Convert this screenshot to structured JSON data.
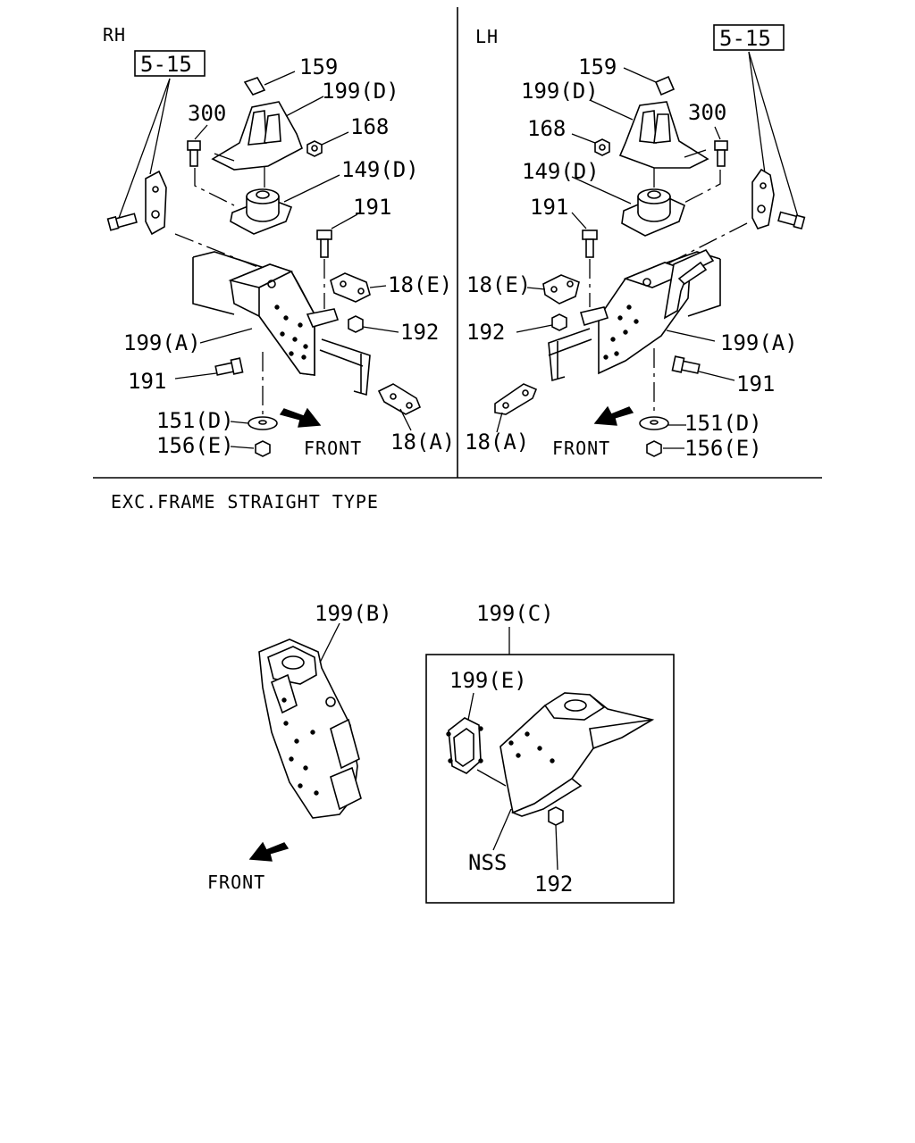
{
  "panels": {
    "rh": {
      "side_label": "RH",
      "ref_box": "5-15",
      "callouts": {
        "p159": "159",
        "p199d": "199(D)",
        "p300": "300",
        "p168": "168",
        "p149d": "149(D)",
        "p191a": "191",
        "p18e": "18(E)",
        "p192": "192",
        "p199a": "199(A)",
        "p191b": "191",
        "p151d": "151(D)",
        "p156e": "156(E)",
        "p18a": "18(A)"
      },
      "front": "FRONT"
    },
    "lh": {
      "side_label": "LH",
      "ref_box": "5-15",
      "callouts": {
        "p159": "159",
        "p199d": "199(D)",
        "p168": "168",
        "p300": "300",
        "p149d": "149(D)",
        "p191a": "191",
        "p18e": "18(E)",
        "p192": "192",
        "p199a": "199(A)",
        "p191b": "191",
        "p151d": "151(D)",
        "p156e": "156(E)",
        "p18a": "18(A)"
      },
      "front": "FRONT"
    },
    "exc": {
      "caption": "EXC.FRAME STRAIGHT TYPE",
      "p199b": "199(B)",
      "front": "FRONT",
      "p199c": "199(C)",
      "p199e": "199(E)",
      "nss": "NSS",
      "p192": "192"
    }
  }
}
